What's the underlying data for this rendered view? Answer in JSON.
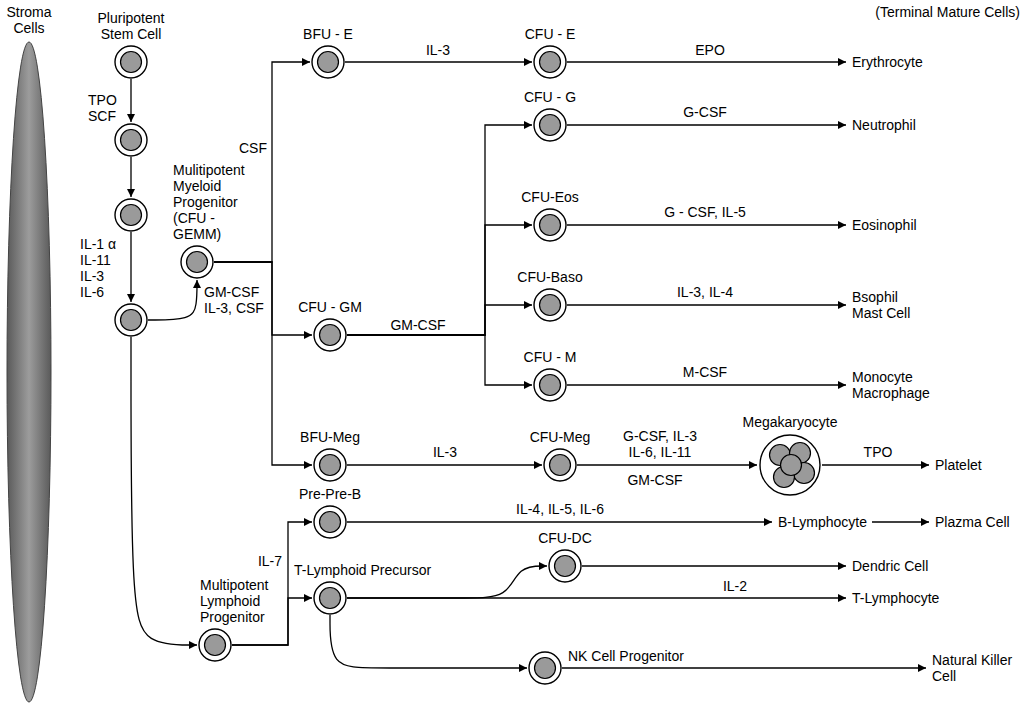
{
  "diagram": {
    "nodes": [
      {
        "text": [
          "Stroma Cells"
        ]
      },
      {
        "text": [
          "Pluripotent Stem Cell"
        ]
      },
      {
        "text": []
      },
      {
        "text": []
      },
      {
        "text": []
      },
      {
        "text": [
          "Mulitipotent Myeloid Progenitor (CFU - GEMM)"
        ]
      },
      {
        "text": [
          "Multipotent Lymphoid Progenitor"
        ]
      },
      {
        "text": [
          "BFU - E"
        ]
      },
      {
        "text": [
          "CFU - E"
        ]
      },
      {
        "text": [
          "Erythrocyte"
        ]
      },
      {
        "text": [
          "CFU - G"
        ]
      },
      {
        "text": [
          "Neutrophil"
        ]
      },
      {
        "text": [
          "CFU-Eos"
        ]
      },
      {
        "text": [
          "Eosinophil"
        ]
      },
      {
        "text": [
          "CFU-Baso"
        ]
      },
      {
        "text": [
          "Bsophil Mast Cell"
        ]
      },
      {
        "text": [
          "CFU - M"
        ]
      },
      {
        "text": [
          "Monocyte Macrophage"
        ]
      },
      {
        "text": [
          "CFU - GM"
        ]
      },
      {
        "text": [
          "BFU-Meg"
        ]
      },
      {
        "text": [
          "CFU-Meg"
        ]
      },
      {
        "text": [
          "Megakaryocyte"
        ]
      },
      {
        "text": [
          "Platelet"
        ]
      },
      {
        "text": [
          "Pre-Pre-B"
        ]
      },
      {
        "text": [
          "B-Lymphocyte"
        ]
      },
      {
        "text": [
          "Plazma Cell"
        ]
      },
      {
        "text": [
          "T-Lymphoid Precursor"
        ]
      },
      {
        "text": [
          "CFU-DC"
        ]
      },
      {
        "text": [
          "Dendric Cell"
        ]
      },
      {
        "text": [
          "T-Lymphocyte"
        ]
      },
      {
        "text": [
          "NK Cell Progenitor"
        ]
      },
      {
        "text": [
          "Natural Killer Cell"
        ]
      }
    ],
    "edges": [
      {
        "from": 1,
        "to": 2,
        "arrow": "to",
        "label": "TPO SCF"
      },
      {
        "from": 2,
        "to": 3,
        "arrow": "to"
      },
      {
        "from": 3,
        "to": 4,
        "arrow": "to",
        "label": "IL-1 α IL-11 IL-3 IL-6"
      },
      {
        "from": 4,
        "to": 5,
        "arrow": "to"
      },
      {
        "from": 4,
        "to": 6,
        "arrow": "to"
      },
      {
        "from": 5,
        "to": 7,
        "arrow": "to",
        "label": "CSF"
      },
      {
        "from": 5,
        "to": 18,
        "arrow": "to",
        "label": "GM-CSF IL-3, CSF"
      },
      {
        "from": 5,
        "to": 19,
        "arrow": "to"
      },
      {
        "from": 7,
        "to": 8,
        "arrow": "to",
        "label": "IL-3"
      },
      {
        "from": 8,
        "to": 9,
        "arrow": "to",
        "label": "EPO"
      },
      {
        "from": 18,
        "to": 10,
        "arrow": "to",
        "label": "GM-CSF"
      },
      {
        "from": 18,
        "to": 12,
        "arrow": "to"
      },
      {
        "from": 18,
        "to": 14,
        "arrow": "to"
      },
      {
        "from": 18,
        "to": 16,
        "arrow": "to"
      },
      {
        "from": 10,
        "to": 11,
        "arrow": "to",
        "label": "G-CSF"
      },
      {
        "from": 12,
        "to": 13,
        "arrow": "to",
        "label": "G - CSF, IL-5"
      },
      {
        "from": 14,
        "to": 15,
        "arrow": "to",
        "label": "IL-3, IL-4"
      },
      {
        "from": 16,
        "to": 17,
        "arrow": "to",
        "label": "M-CSF"
      },
      {
        "from": 19,
        "to": 20,
        "arrow": "to",
        "label": "IL-3"
      },
      {
        "from": 20,
        "to": 21,
        "arrow": "to",
        "label": "G-CSF, IL-3 IL-6, IL-11"
      },
      {
        "from": 21,
        "to": 22,
        "arrow": "to",
        "label": "TPO"
      },
      {
        "from": 6,
        "to": 23,
        "arrow": "to",
        "label": "IL-7"
      },
      {
        "from": 6,
        "to": 26,
        "arrow": "to"
      },
      {
        "from": 23,
        "to": 24,
        "arrow": "to",
        "label": "IL-4, IL-5, IL-6"
      },
      {
        "from": 24,
        "to": 25,
        "arrow": "to"
      },
      {
        "from": 26,
        "to": 27,
        "arrow": "to"
      },
      {
        "from": 27,
        "to": 28,
        "arrow": "to"
      },
      {
        "from": 26,
        "to": 29,
        "arrow": "to",
        "label": "IL-2"
      },
      {
        "from": 26,
        "to": 30,
        "arrow": "to"
      },
      {
        "from": 30,
        "to": 31,
        "arrow": "to"
      }
    ],
    "labels": [
      "(Terminal Mature Cells)",
      "GM-CSF"
    ]
  }
}
